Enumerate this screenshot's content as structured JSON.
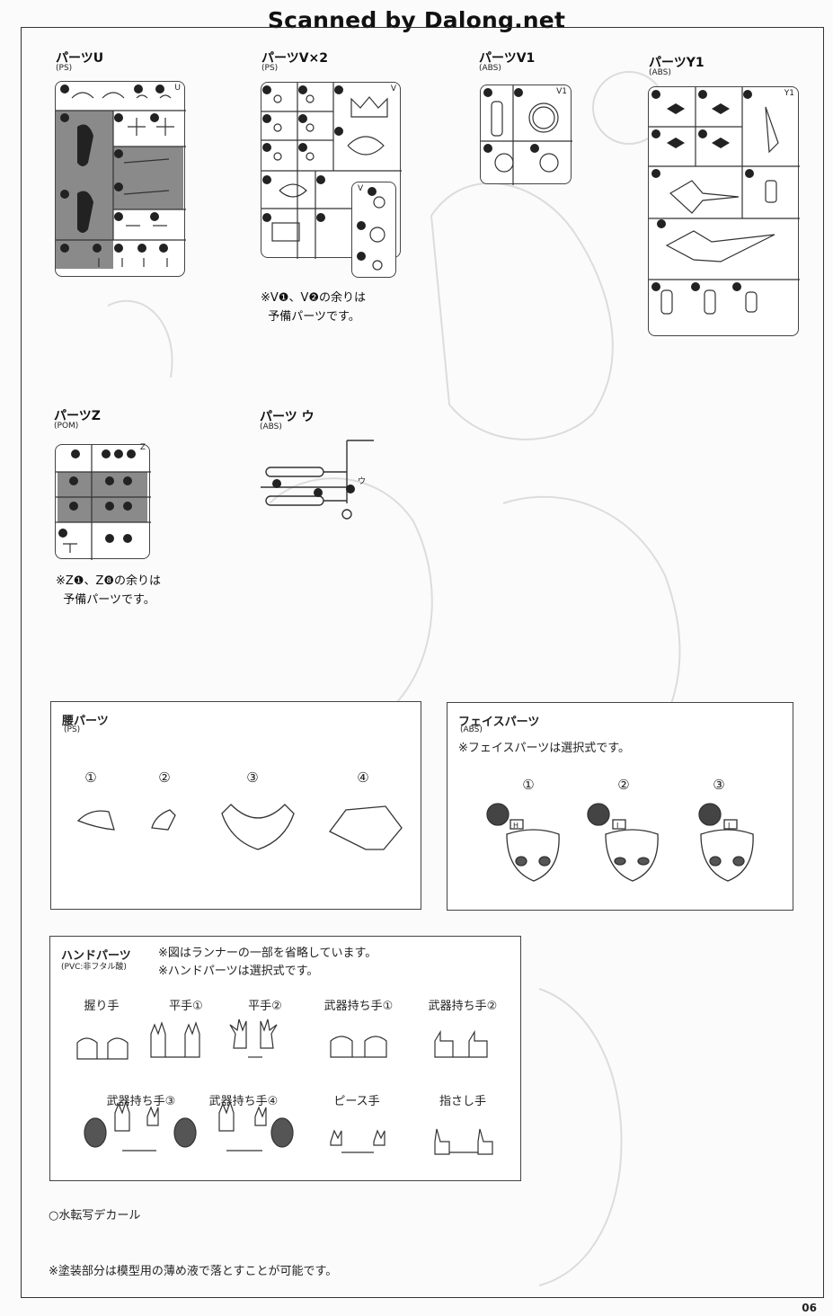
{
  "header": {
    "scan_title": "Scanned by Dalong.net",
    "page_number": "06"
  },
  "runners": {
    "U": {
      "title": "パーツU",
      "material": "(PS)",
      "tag": "U"
    },
    "V": {
      "title": "パーツV×2",
      "material": "(PS)",
      "tag": "V",
      "tag2": "V"
    },
    "V1": {
      "title": "パーツV1",
      "material": "(ABS)",
      "tag": "V1"
    },
    "Y1": {
      "title": "パーツY1",
      "material": "(ABS)",
      "tag": "Y1"
    },
    "Z": {
      "title": "パーツZ",
      "material": "(POM)",
      "tag": "Z"
    },
    "U2": {
      "title": "パーツ ウ",
      "material": "(ABS)",
      "tag": "ウ"
    }
  },
  "notes": {
    "V_spare": "※V❶、V❷の余りは\n  予備パーツです。",
    "Z_spare": "※Z❶、Z❽の余りは\n  予備パーツです。"
  },
  "waist": {
    "title": "腰パーツ",
    "material": "(PS)",
    "options": [
      "①",
      "②",
      "③",
      "④"
    ]
  },
  "face": {
    "title": "フェイスパーツ",
    "material": "(ABS)",
    "note": "※フェイスパーツは選択式です。",
    "options": [
      "①",
      "②",
      "③"
    ],
    "tags": [
      "H",
      "I",
      "J"
    ]
  },
  "hands": {
    "title": "ハンドパーツ",
    "material": "(PVC:非フタル酸)",
    "note1": "※図はランナーの一部を省略しています。",
    "note2": "※ハンドパーツは選択式です。",
    "row1": [
      "握り手",
      "平手①",
      "平手②",
      "武器持ち手①",
      "武器持ち手②"
    ],
    "row2": [
      "武器持ち手③",
      "武器持ち手④",
      "ピース手",
      "指さし手"
    ]
  },
  "footer": {
    "decal": "○水転写デカール",
    "paint_note": "※塗装部分は模型用の薄め液で落とすことが可能です。"
  }
}
